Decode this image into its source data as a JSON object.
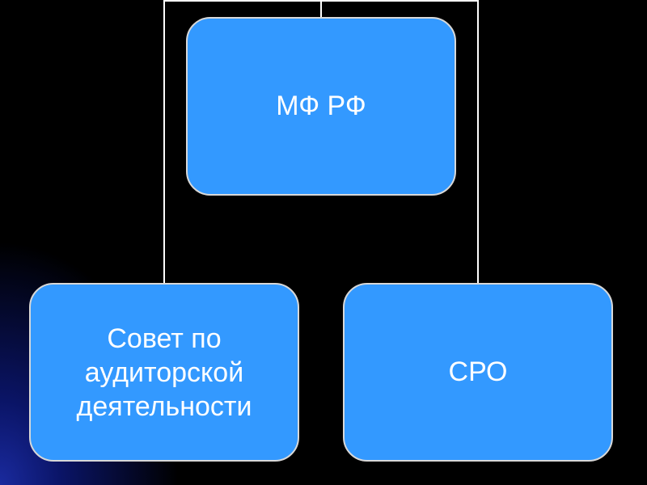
{
  "diagram": {
    "colors": {
      "background": "#000000",
      "box_fill": "#3399ff",
      "box_border": "#d8d8d8",
      "text": "#ffffff",
      "connector": "#ffffff"
    },
    "nodes": {
      "top": {
        "label": "МФ РФ"
      },
      "left": {
        "label": "Совет по\nаудиторской\nдеятельности"
      },
      "right": {
        "label": "СРО"
      }
    },
    "edges": [
      {
        "from": "top",
        "to": "left"
      },
      {
        "from": "top",
        "to": "right"
      }
    ]
  }
}
